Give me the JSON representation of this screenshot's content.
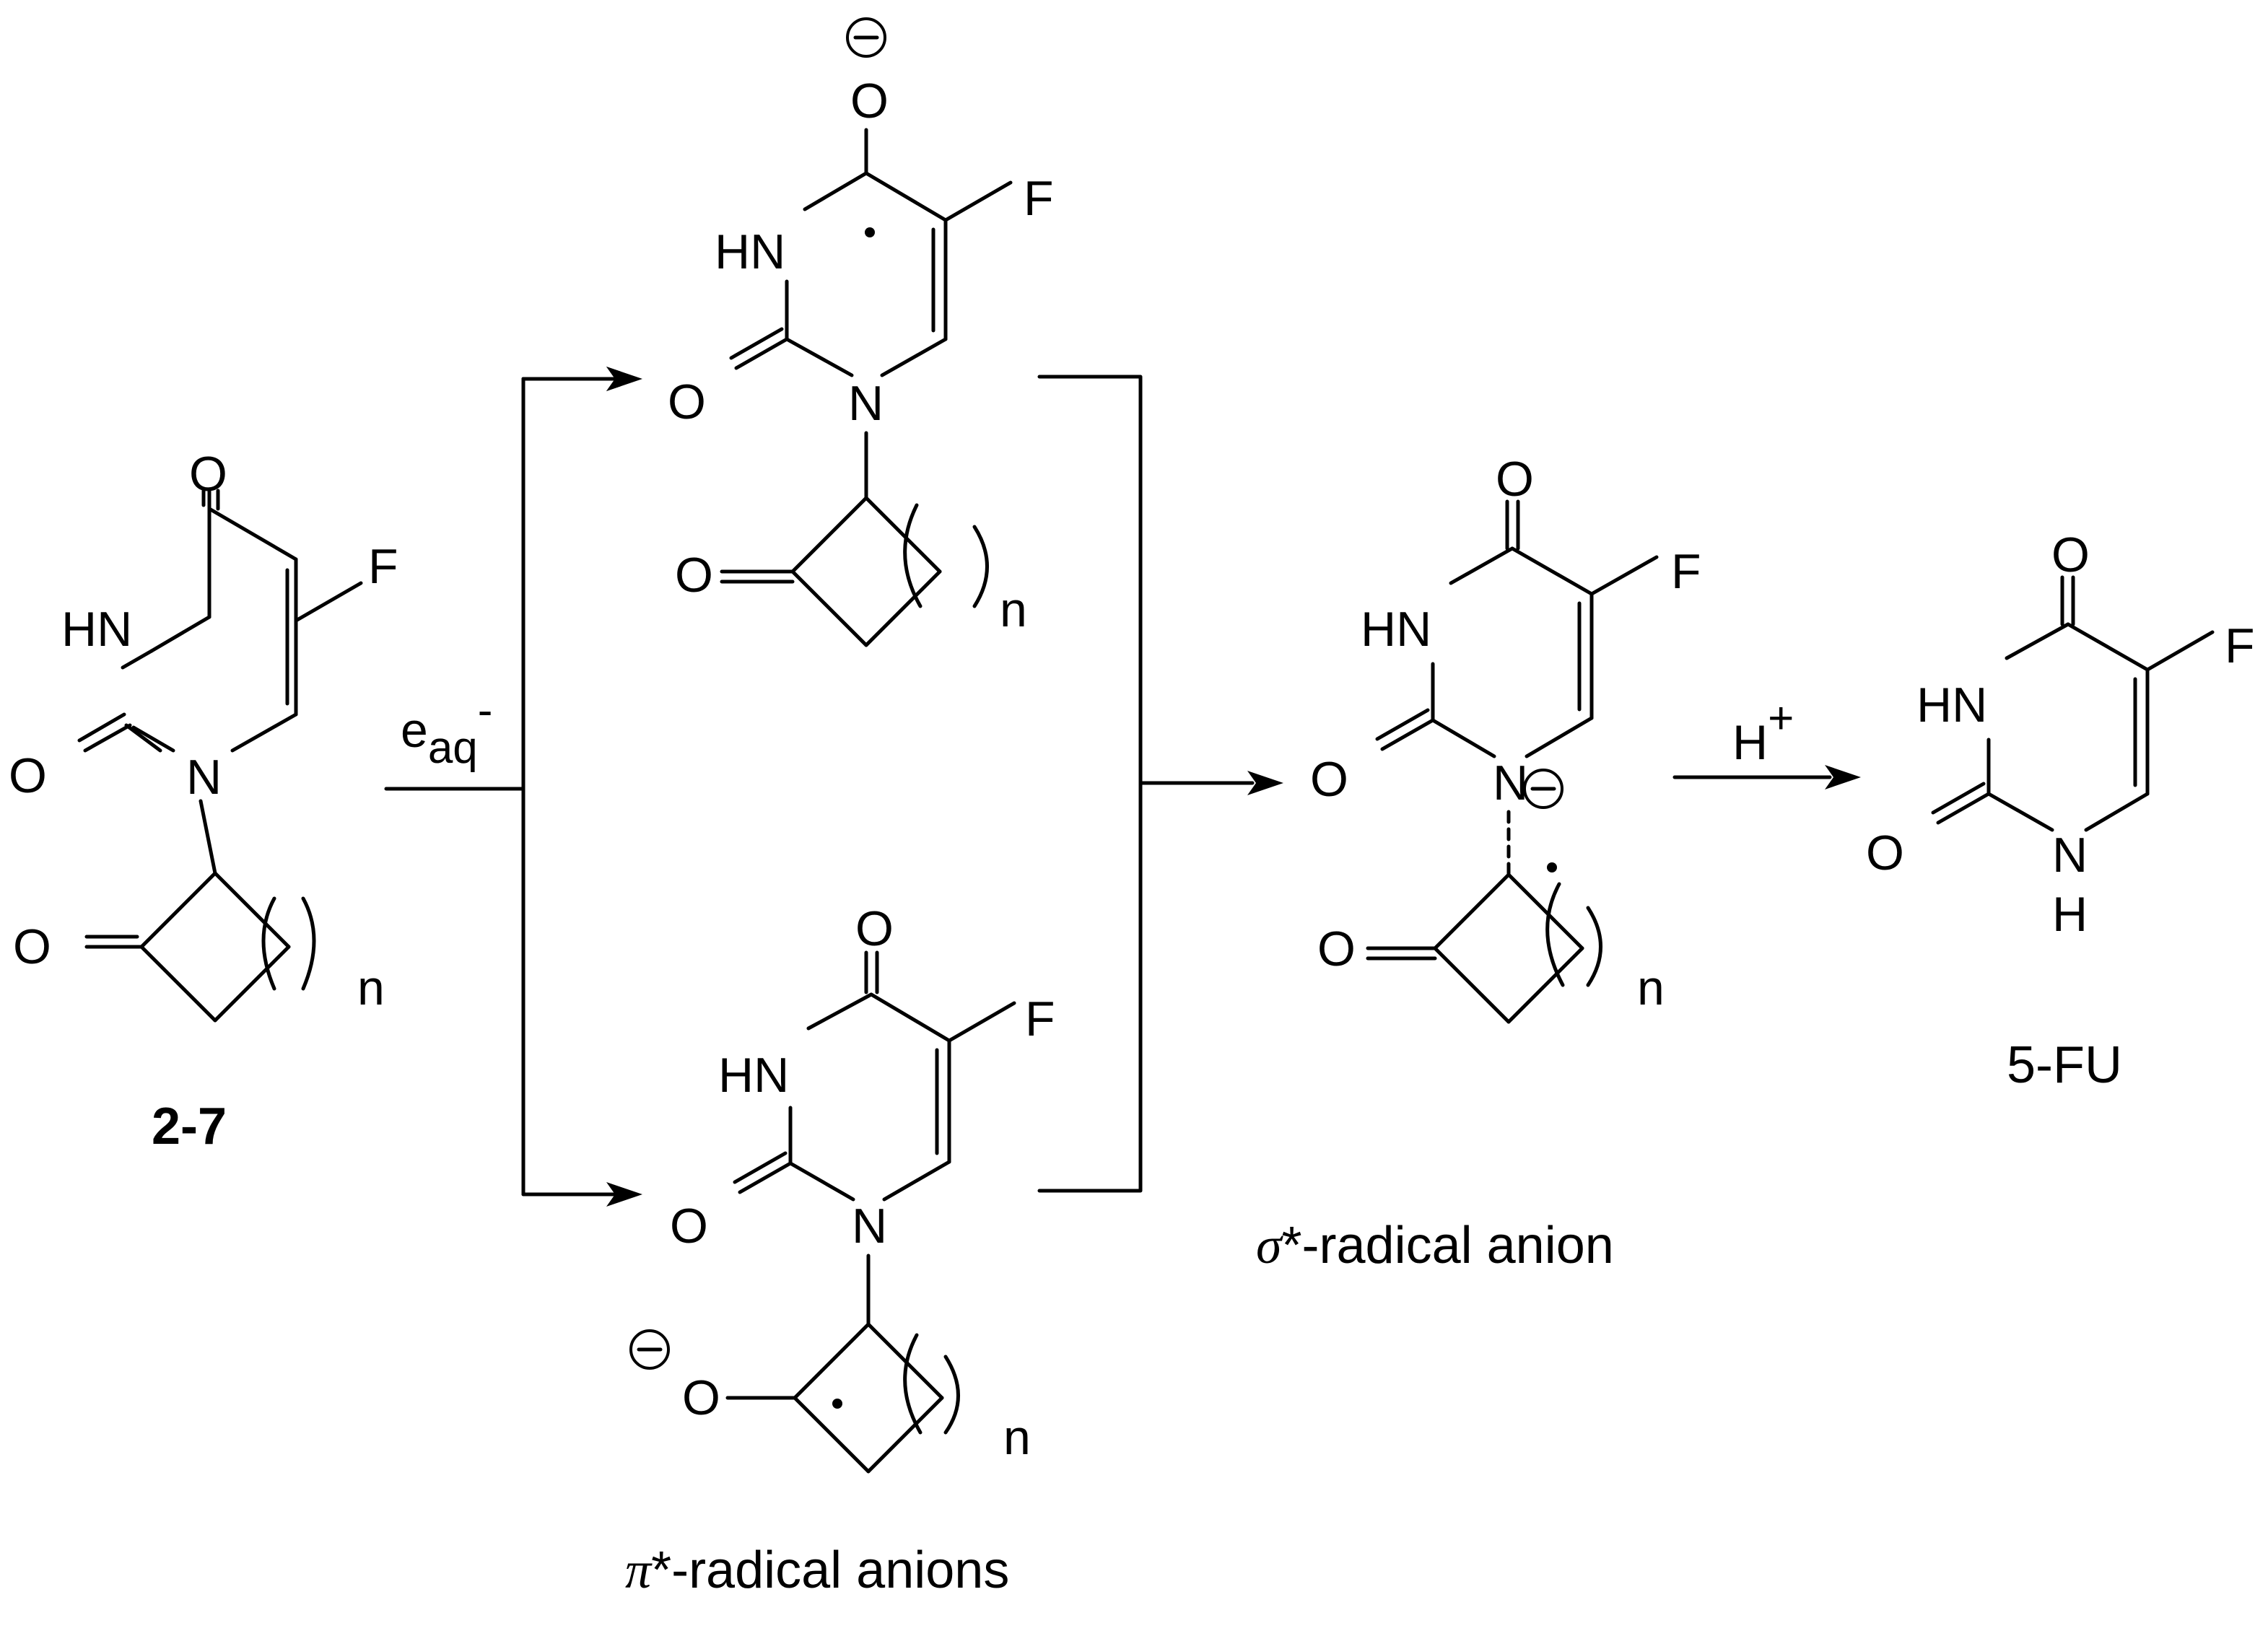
{
  "atoms": {
    "O": "O",
    "F": "F",
    "N": "N",
    "HN": "HN",
    "H": "H",
    "n": "n",
    "minus": "−"
  },
  "reagents": {
    "electron": "e",
    "electron_sub": "aq",
    "electron_sup": "-",
    "proton": "H",
    "proton_sup": "+"
  },
  "labels": {
    "start_compound": "2-7",
    "pi_radical_prefix": "π",
    "pi_radical_text": "*-radical anions",
    "sigma_radical_prefix": "σ",
    "sigma_radical_text": "*-radical anion",
    "product": "5-FU"
  }
}
